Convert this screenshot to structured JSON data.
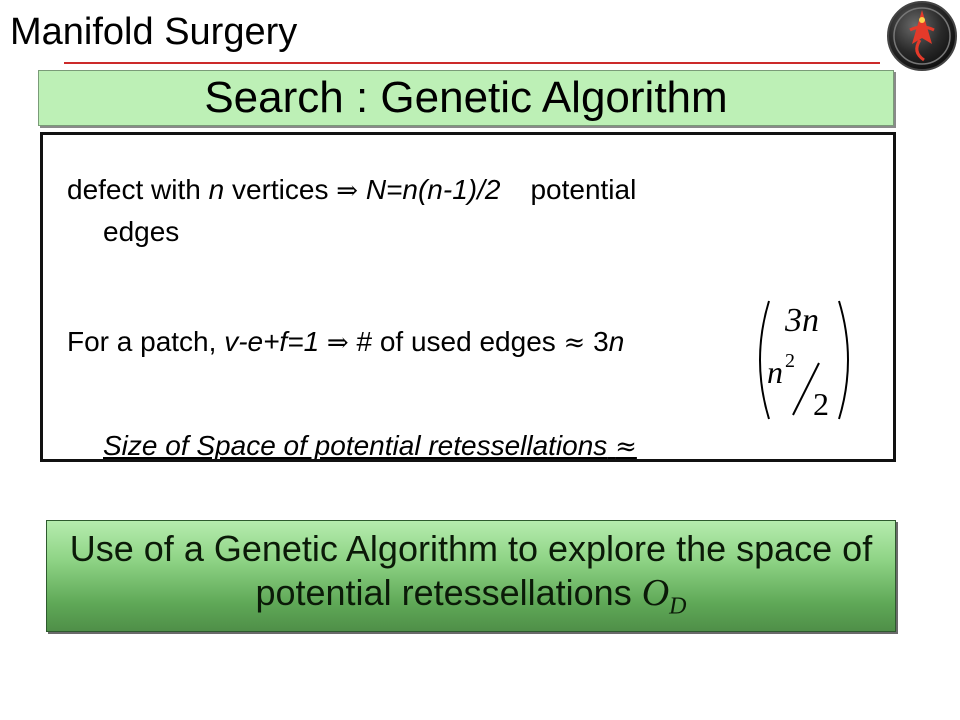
{
  "header": {
    "title": "Manifold Surgery"
  },
  "slide": {
    "title": "Search : Genetic Algorithm"
  },
  "content": {
    "p1_a": "defect with ",
    "p1_n": "n",
    "p1_b": " vertices ",
    "implies": "⇒",
    "p1_formula": "N=n(n-1)/2",
    "p1_c": "potential",
    "p1_d": "edges",
    "p2_a": "For a patch, ",
    "p2_formula": "v-e+f=1",
    "p2_b": " # of used edges ",
    "approx": "≈",
    "p2_c": " 3",
    "p2_n": "n",
    "binom_top": "3n",
    "binom_bottom_num": "n",
    "binom_bottom_exp": "2",
    "binom_bottom_den": "2",
    "p3_text": "Size of Space of potential retessellations"
  },
  "bottom": {
    "text": "Use of a Genetic Algorithm to explore the space of potential retessellations",
    "symbol": "O",
    "symbol_sub": "D"
  }
}
